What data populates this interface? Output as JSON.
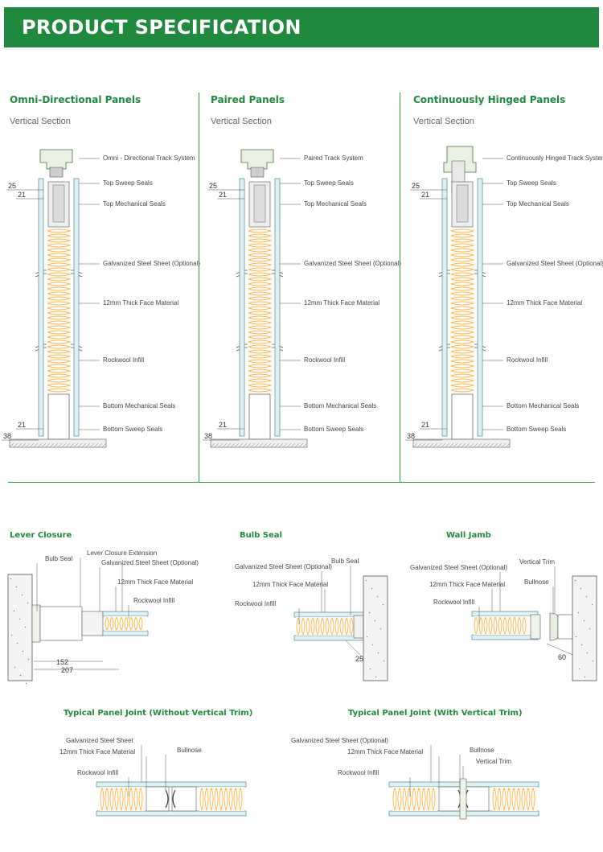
{
  "header": {
    "title": "PRODUCT SPECIFICATION"
  },
  "colors": {
    "brand_green": "#1f8a3d",
    "glass_blue": "#dff1f3",
    "infill_yellow": "#f6a93b"
  },
  "columns": [
    {
      "title": "Omni-Directional Panels",
      "subtitle": "Vertical Section",
      "labels": [
        "Omni - Directional Track System",
        "Top Sweep Seals",
        "Top Mechanical Seals",
        "Galvanized Steel Sheet (Optional)",
        "12mm Thick Face Material",
        "Rockwool Infill",
        "Bottom Mechanical Seals",
        "Bottom Sweep Seals"
      ],
      "dims": [
        "25",
        "21",
        "21",
        "38"
      ]
    },
    {
      "title": "Paired Panels",
      "subtitle": "Vertical Section",
      "labels": [
        "Paired Track System",
        "Top Sweep Seals",
        "Top Mechanical Seals",
        "Galvanized Steel Sheet (Optional)",
        "12mm Thick Face Material",
        "Rockwool Infill",
        "Bottom Mechanical Seals",
        "Bottom Sweep Seals"
      ],
      "dims": [
        "25",
        "21",
        "21",
        "38"
      ]
    },
    {
      "title": "Continuously Hinged Panels",
      "subtitle": "Vertical Section",
      "labels": [
        "Continuously Hinged Track System",
        "Top Sweep Seals",
        "Top Mechanical Seals",
        "Galvanized Steel Sheet (Optional)",
        "12mm Thick Face Material",
        "Rockwool Infill",
        "Bottom Mechanical Seals",
        "Bottom Sweep Seals"
      ],
      "dims": [
        "25",
        "21",
        "21",
        "38"
      ]
    }
  ],
  "details": {
    "lever": {
      "title": "Lever Closure",
      "labels": [
        "Bulb Seal",
        "Lever Closure Extension",
        "Galvanized Steel Sheet (Optional)",
        "12mm Thick Face Material",
        "Rockwool Infill"
      ],
      "dims": [
        "152",
        "207"
      ]
    },
    "bulb": {
      "title": "Bulb Seal",
      "labels": [
        "Galvanized Steel Sheet (Optional)",
        "Bulb Seal",
        "12mm Thick Face Material",
        "Rockwool Infill"
      ],
      "dims": [
        "25"
      ]
    },
    "wall": {
      "title": "Wall Jamb",
      "labels": [
        "Galvanized Steel Sheet (Optional)",
        "Vertical Trim",
        "Bullnose",
        "12mm Thick Face Material",
        "Rockwool Infill"
      ],
      "dims": [
        "60"
      ]
    },
    "joint1": {
      "title": "Typical Panel Joint (Without Vertical Trim)",
      "labels": [
        "Galvanized Steel Sheet",
        "12mm Thick Face Material",
        "Bullnose",
        "Rockwool Infill"
      ]
    },
    "joint2": {
      "title": "Typical Panel Joint (With Vertical Trim)",
      "labels": [
        "Galvanized Steel Sheet (Optional)",
        "12mm Thick Face Material",
        "Bullnose",
        "Vertical Trim",
        "Rockwool Infill"
      ]
    }
  }
}
